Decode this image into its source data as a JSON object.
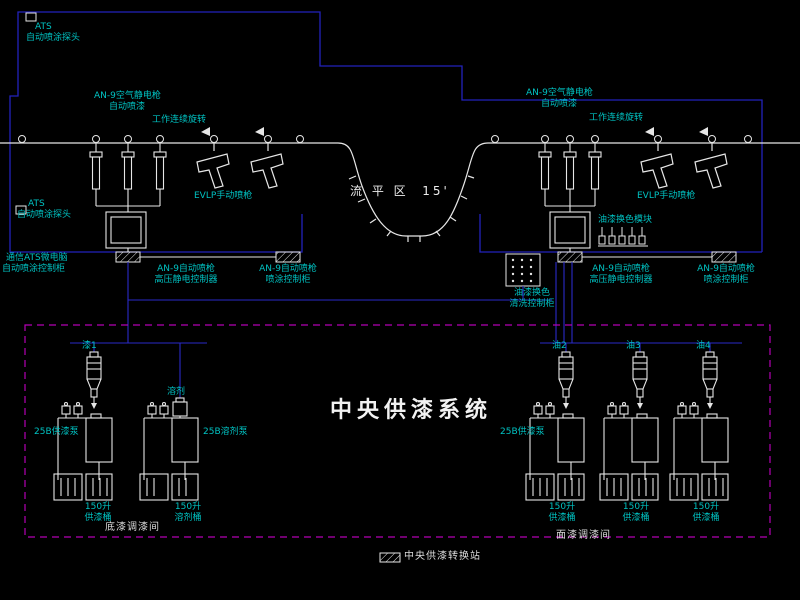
{
  "colors": {
    "background": "#000000",
    "booth_outline": "#2222bb",
    "pipe": "#2a2ac8",
    "equipment": "#e6e6e6",
    "label_text": "#00c2c2",
    "boundary": "#b400b4",
    "title_text": "#f2f2f2"
  },
  "labels": {
    "probe_top": {
      "l1": "ATS",
      "l2": "自动喷涂探头"
    },
    "probe_mid": {
      "l1": "ATS",
      "l2": "自动喷涂探头"
    },
    "left_station": {
      "gun_l1": "AN-9空气静电枪",
      "gun_l2": "自动喷漆",
      "rotate": "工作连续旋转",
      "evlp": "EVLP手动喷枪"
    },
    "right_station": {
      "gun_l1": "AN-9空气静电枪",
      "gun_l2": "自动喷漆",
      "rotate": "工作连续旋转",
      "evlp": "EVLP手动喷枪"
    },
    "leveling_zone": "流 平 区  15'",
    "color_change_module": "油漆换色模块",
    "cabinets": {
      "comm_l1": "通信ATS微电脑",
      "comm_l2": "自动喷涂控制柜",
      "hv_left_l1": "AN-9自动喷枪",
      "hv_left_l2": "高压静电控制器",
      "spray_left_l1": "AN-9自动喷枪",
      "spray_left_l2": "喷涂控制柜",
      "hv_right_l1": "AN-9自动喷枪",
      "hv_right_l2": "高压静电控制器",
      "spray_right_l1": "AN-9自动喷枪",
      "spray_right_l2": "喷涂控制柜",
      "wash_l1": "油漆换色",
      "wash_l2": "清洗控制柜"
    },
    "paint_room": {
      "title": "中央供漆系统",
      "pump_ids": [
        "漆1",
        "溶剂",
        "油2",
        "油3",
        "油4"
      ],
      "supply_pump_left": "25B供漆泵",
      "solvent_pump": "25B溶剂泵",
      "supply_pump_right": "25B供漆泵",
      "paint_barrel_l1": "150升",
      "paint_barrel_l2": "供漆桶",
      "solvent_barrel_l1": "150升",
      "solvent_barrel_l2": "溶剂桶",
      "primer_room": "底漆调漆间",
      "topcoat_room": "面漆调漆间"
    },
    "legend": "中央供漆转换站"
  }
}
